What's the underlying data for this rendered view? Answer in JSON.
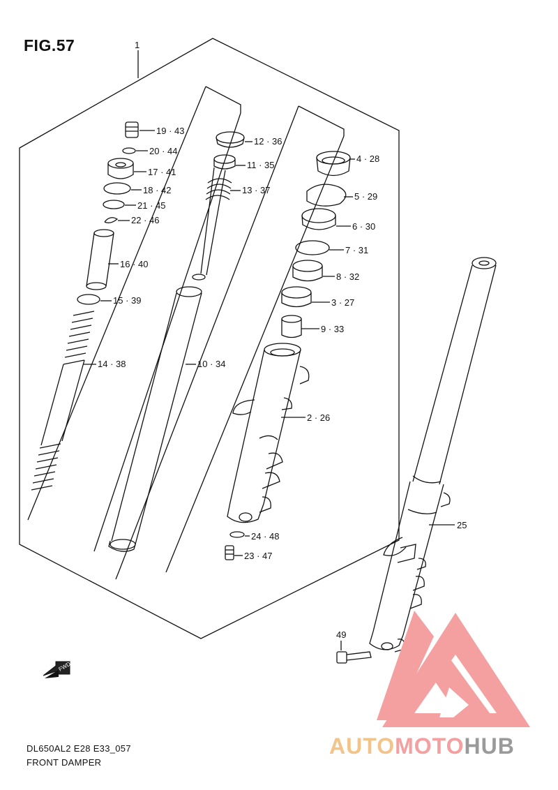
{
  "figure": {
    "title": "FIG.57",
    "assembly_ref": "1",
    "footer_code": "DL650AL2 E28 E33_057",
    "footer_name": "FRONT DAMPER",
    "direction_label": "FWD"
  },
  "watermark": {
    "part1": "AUTO",
    "part2": "MOTO",
    "part3": "HUB",
    "color_primary": "#f08080",
    "color_secondary": "#f2c48a",
    "color_tertiary": "#9a9a9a"
  },
  "callouts": [
    {
      "id": "19-43",
      "text": "19 · 43"
    },
    {
      "id": "20-44",
      "text": "20 · 44"
    },
    {
      "id": "17-41",
      "text": "17 · 41"
    },
    {
      "id": "18-42",
      "text": "18 · 42"
    },
    {
      "id": "21-45",
      "text": "21 · 45"
    },
    {
      "id": "22-46",
      "text": "22 · 46"
    },
    {
      "id": "16-40",
      "text": "16 · 40"
    },
    {
      "id": "15-39",
      "text": "15 · 39"
    },
    {
      "id": "14-38",
      "text": "14 · 38"
    },
    {
      "id": "12-36",
      "text": "12 · 36"
    },
    {
      "id": "11-35",
      "text": "11 · 35"
    },
    {
      "id": "13-37",
      "text": "13 · 37"
    },
    {
      "id": "10-34",
      "text": "10 · 34"
    },
    {
      "id": "4-28",
      "text": "4 · 28"
    },
    {
      "id": "5-29",
      "text": "5 · 29"
    },
    {
      "id": "6-30",
      "text": "6 · 30"
    },
    {
      "id": "7-31",
      "text": "7 · 31"
    },
    {
      "id": "8-32",
      "text": "8 · 32"
    },
    {
      "id": "3-27",
      "text": "3 · 27"
    },
    {
      "id": "9-33",
      "text": "9 · 33"
    },
    {
      "id": "2-26",
      "text": "2 · 26"
    },
    {
      "id": "24-48",
      "text": "24 · 48"
    },
    {
      "id": "23-47",
      "text": "23 · 47"
    },
    {
      "id": "25",
      "text": "25"
    },
    {
      "id": "49",
      "text": "49"
    }
  ]
}
